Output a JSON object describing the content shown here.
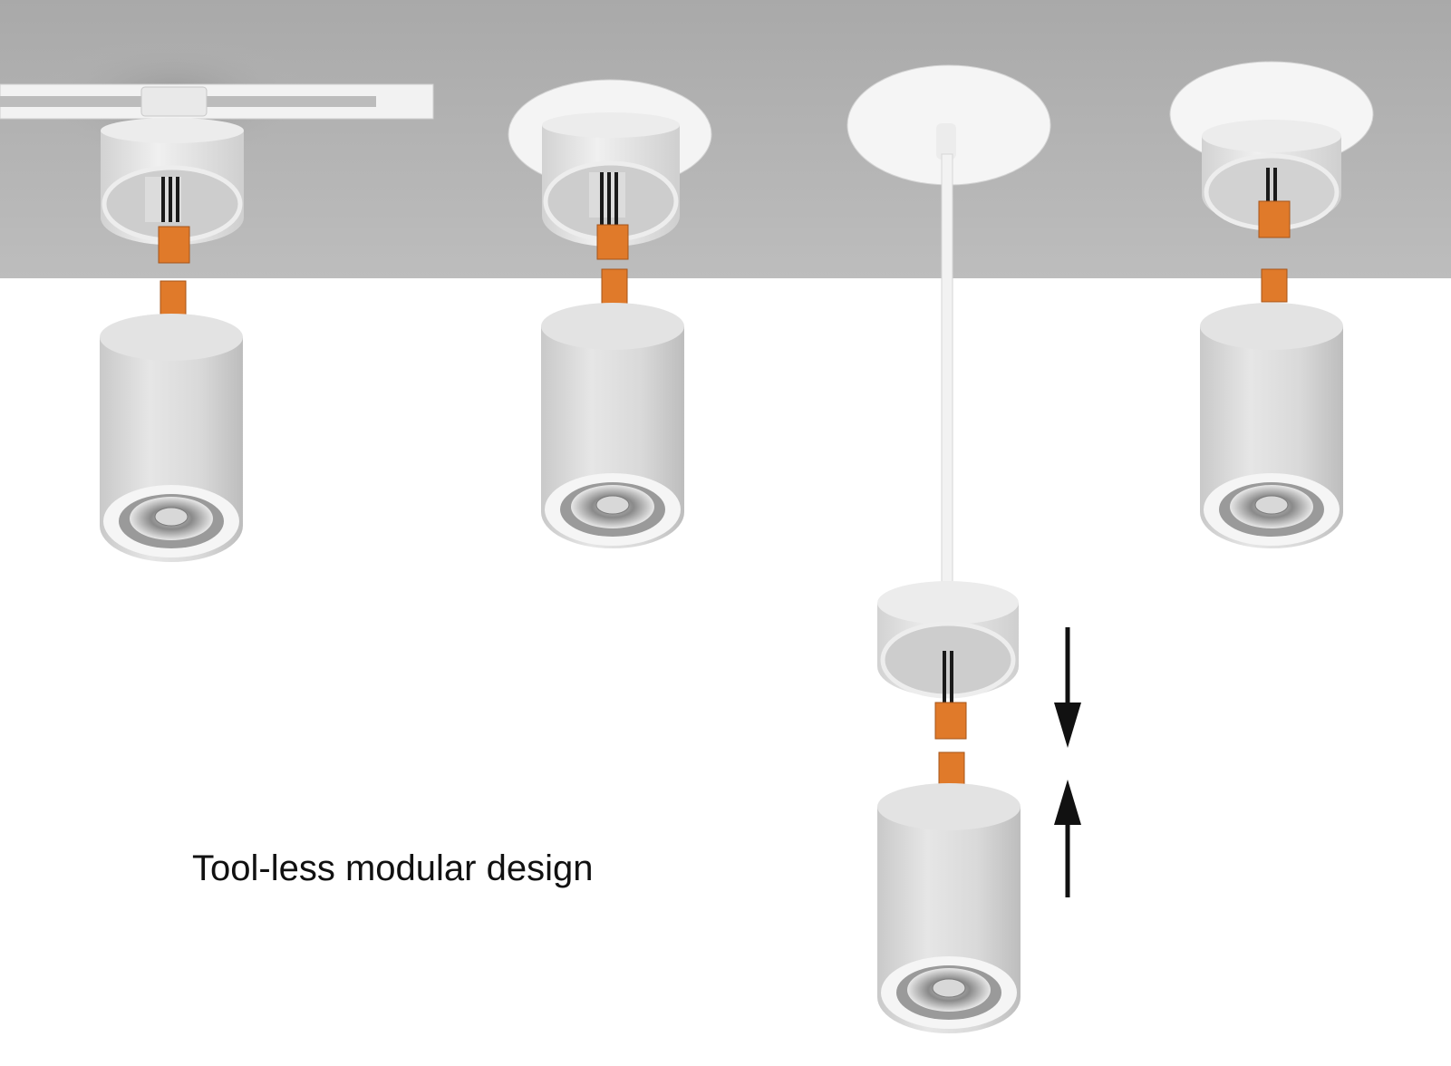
{
  "caption": "Tool-less modular design",
  "colors": {
    "ceiling": "#b2b2b2",
    "background": "#ffffff",
    "housing": "#dcdcdc",
    "connector": "#e07a2a",
    "arrow": "#111111"
  },
  "icons": [
    "down-arrow-icon",
    "up-arrow-icon"
  ],
  "fixtures": [
    {
      "mount": "track"
    },
    {
      "mount": "recessed-trim"
    },
    {
      "mount": "pendant"
    },
    {
      "mount": "surface-recessed"
    }
  ]
}
